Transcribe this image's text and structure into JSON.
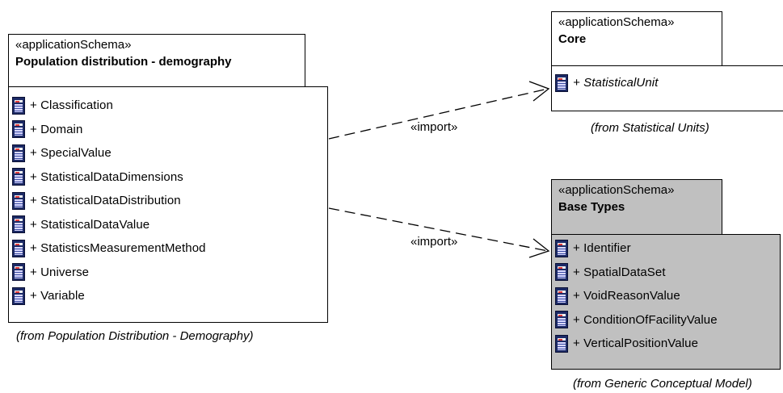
{
  "packages": {
    "population": {
      "stereotype": "«applicationSchema»",
      "name": "Population distribution - demography",
      "items": [
        "+ Classification",
        "+ Domain",
        "+ SpecialValue",
        "+ StatisticalDataDimensions",
        "+ StatisticalDataDistribution",
        "+ StatisticalDataValue",
        "+ StatisticsMeasurementMethod",
        "+ Universe",
        "+ Variable"
      ],
      "from": "(from Population Distribution - Demography)"
    },
    "core": {
      "stereotype": "«applicationSchema»",
      "name": "Core",
      "items": [
        "+ StatisticalUnit"
      ],
      "from": "(from Statistical Units)"
    },
    "base_types": {
      "stereotype": "«applicationSchema»",
      "name": "Base Types",
      "items": [
        "+ Identifier",
        "+ SpatialDataSet",
        "+ VoidReasonValue",
        "+ ConditionOfFacilityValue",
        "+ VerticalPositionValue"
      ],
      "from": "(from Generic Conceptual Model)"
    }
  },
  "edges": [
    {
      "label": "«import»",
      "from": "Population distribution - demography",
      "to": "Core"
    },
    {
      "label": "«import»",
      "from": "Population distribution - demography",
      "to": "Base Types"
    }
  ],
  "colors": {
    "line": "#000000",
    "grey_package": "#c0c0c0",
    "class_icon": "#1c2a66"
  }
}
